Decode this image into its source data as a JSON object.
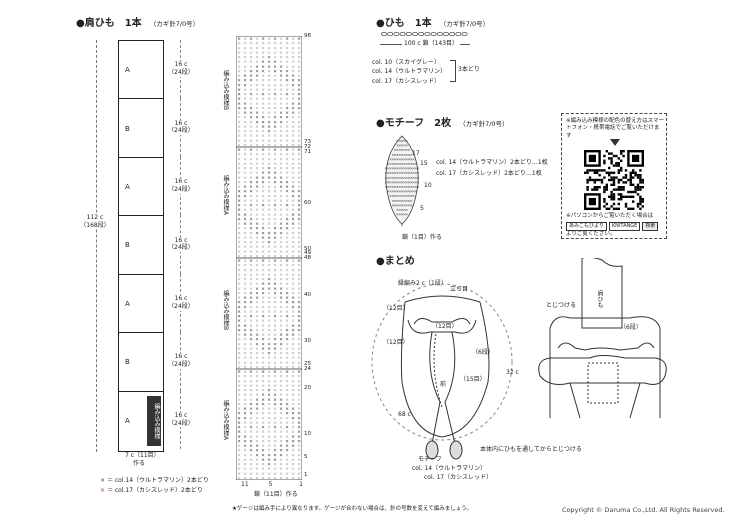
{
  "strap": {
    "title": "●肩ひも　1本",
    "hook": "（カギ針7/0号）",
    "total_length": "112 c",
    "total_rows": "（168段）",
    "segments": [
      "A",
      "B",
      "A",
      "B",
      "A",
      "B",
      "A"
    ],
    "segment_length": "16 c",
    "segment_rows": "（24段）",
    "pattern_label": "編み込み模様",
    "width": "7 c（11目）",
    "make_label": "作る",
    "legend": [
      "＝ col.14（ウルトラマリン）2本どり",
      "＝ col.17（カシスレッド）2本どり"
    ]
  },
  "chart": {
    "label_a": "編み込み模様A",
    "label_b": "編み込み模様B",
    "row_numbers": [
      "96",
      "73",
      "72",
      "71",
      "60",
      "50",
      "49",
      "48",
      "40",
      "30",
      "25",
      "24",
      "20",
      "10",
      "5",
      "1"
    ],
    "stitch_numbers": [
      "11",
      "5",
      "1"
    ],
    "chain_note": "鎖（11目）作る"
  },
  "cord": {
    "title": "●ひも　1本",
    "hook": "（カギ針7/0号）",
    "length": "100 c 鎖（143目）",
    "colors": [
      "col. 10（スカイグレー）",
      "col. 14（ウルトラマリン）",
      "col. 17（カシスレッド）"
    ],
    "strands": "3本どり"
  },
  "motif": {
    "title": "●モチーフ　2枚",
    "hook": "（カギ針7/0号）",
    "colors": [
      "col. 14（ウルトラマリン）2本どり…1枚",
      "col. 17（カシスレッド）2本どり…1枚"
    ],
    "row_numbers": [
      "17",
      "15",
      "10",
      "5"
    ],
    "chain_note": "鎖（1目）作る"
  },
  "qr": {
    "note": "※編み込み模様の配色の替え方はスマートフォン・携帯電話でご覧いただけます",
    "tip": "※パソコンからご覧いただく場合は",
    "search_terms": [
      "あみこもびより",
      "KNITANGE",
      "検索"
    ],
    "suffix": "よりご覧ください。"
  },
  "finish": {
    "title": "●まとめ",
    "labels": {
      "edge": "縁編み2 c（1段）",
      "pickup": "立ち目",
      "rows12a": "（12目）",
      "rows12b": "（12目）",
      "rows12c": "（12目）",
      "rows6": "（6段）",
      "rows15": "（15目）",
      "depth": "32 c",
      "front": "前",
      "width": "68 c",
      "motif": "モチーフ",
      "motif_c1": "col. 14（ウルトラマリン）",
      "motif_c2": "col. 17（カシスレッド）",
      "through": "本体内にひもを通してからとじつける",
      "attach": "とじつける",
      "strap": "肩ひも",
      "rows6b": "（6段）"
    }
  },
  "footer": {
    "note": "★ゲージは編み手により異なります。ゲージが合わない場合は、針の号数を変えて編みましょう。",
    "copyright": "Copyright © Daruma Co.,Ltd. All Rights Reserved."
  }
}
